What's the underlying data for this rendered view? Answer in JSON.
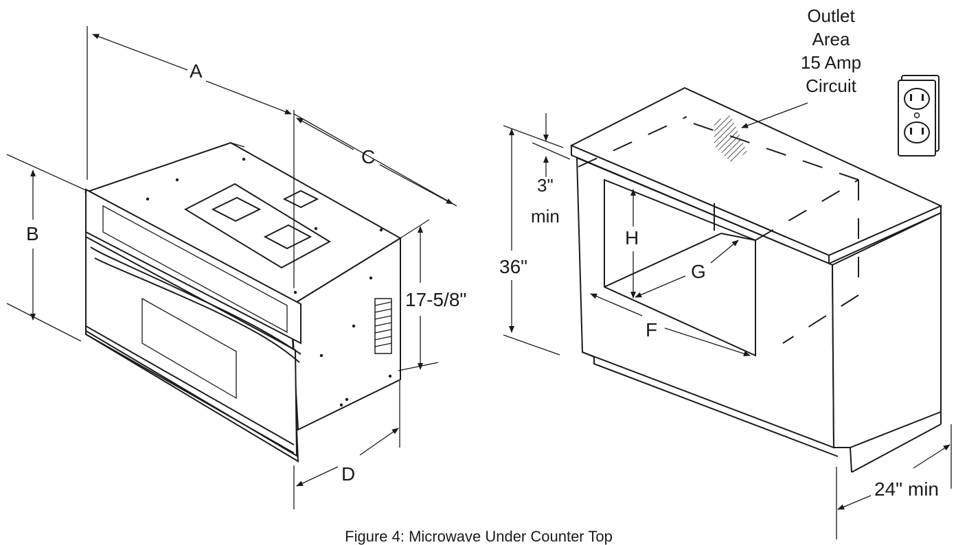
{
  "figure": {
    "caption": "Figure 4: Microwave Under Counter Top"
  },
  "microwave": {
    "labels": {
      "a": "A",
      "b": "B",
      "c": "C",
      "d": "D",
      "height": "17-5/8\""
    }
  },
  "cabinet": {
    "labels": {
      "clearance_value": "3\"",
      "clearance_unit": "min",
      "counter_height": "36\"",
      "h": "H",
      "g": "G",
      "f": "F",
      "depth": "24\" min"
    },
    "outlet_note": [
      "Outlet",
      "Area",
      "15 Amp",
      "Circuit"
    ]
  },
  "icons": {
    "outlet": "wall-outlet-icon"
  }
}
